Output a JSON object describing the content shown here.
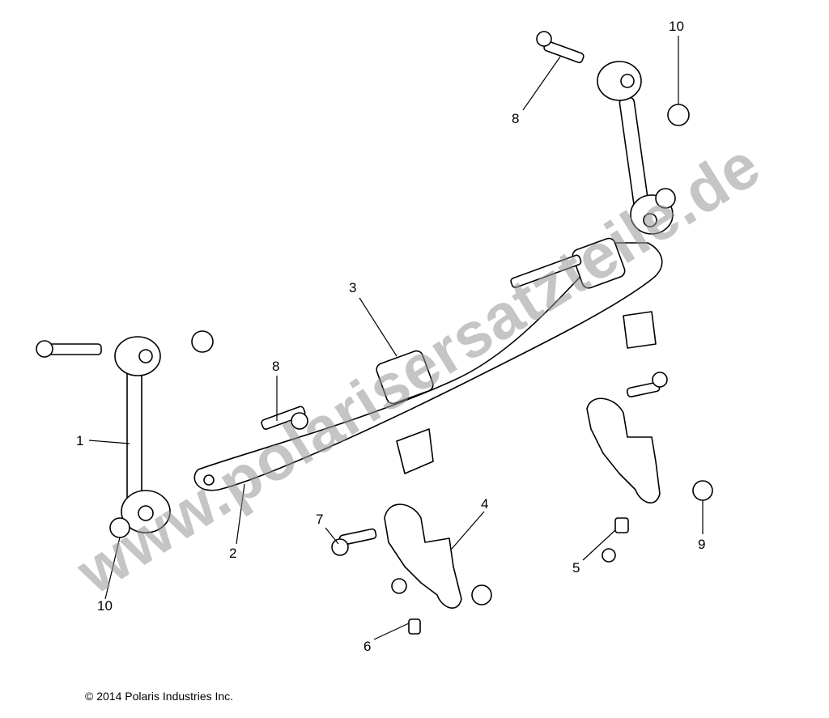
{
  "callouts": [
    {
      "label": "10"
    },
    {
      "label": "8"
    },
    {
      "label": "3"
    },
    {
      "label": "8"
    },
    {
      "label": "1"
    },
    {
      "label": "2"
    },
    {
      "label": "7"
    },
    {
      "label": "4"
    },
    {
      "label": "10"
    },
    {
      "label": "6"
    },
    {
      "label": "5"
    },
    {
      "label": "9"
    }
  ],
  "watermark": "www.polarisersatzteile.de",
  "copyright": "© 2014 Polaris Industries Inc."
}
